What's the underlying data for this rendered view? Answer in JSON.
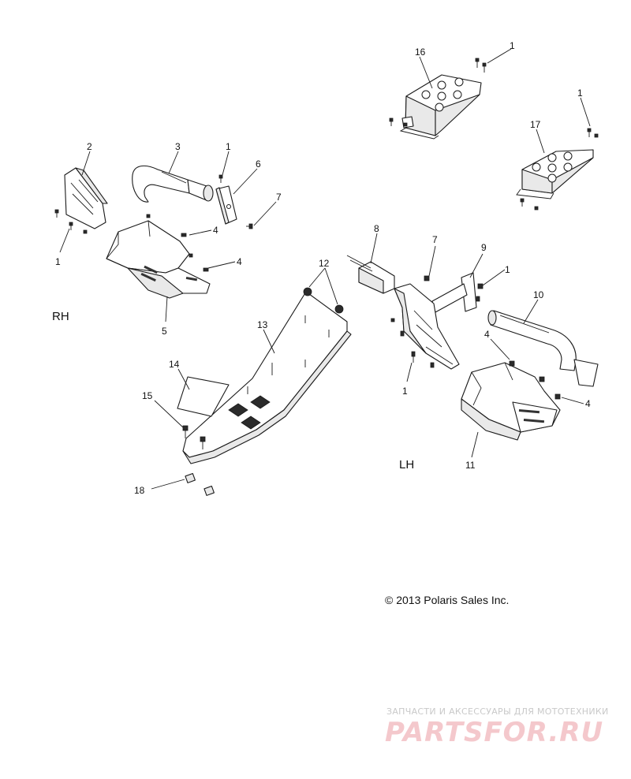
{
  "side_labels": {
    "rh": "RH",
    "lh": "LH"
  },
  "copyright": "© 2013 Polaris Sales Inc.",
  "watermark": {
    "tagline": "ЗАПЧАСТИ И АКСЕССУАРЫ ДЛЯ МОТОТЕХНИКИ",
    "logo": "PARTSFOR.RU"
  },
  "callouts": {
    "c16": "16",
    "c1_top_a": "1",
    "c1_top_b": "1",
    "c17": "17",
    "c2": "2",
    "c3": "3",
    "c1_mid": "1",
    "c6": "6",
    "c7_rh": "7",
    "c4_rh_a": "4",
    "c4_rh_b": "4",
    "c1_rh": "1",
    "c5": "5",
    "c8": "8",
    "c7_lh": "7",
    "c9": "9",
    "c1_lh_a": "1",
    "c10": "10",
    "c12": "12",
    "c13": "13",
    "c4_lh_a": "4",
    "c1_lh_b": "1",
    "c4_lh_b": "4",
    "c11": "11",
    "c14": "14",
    "c15": "15",
    "c18": "18"
  }
}
